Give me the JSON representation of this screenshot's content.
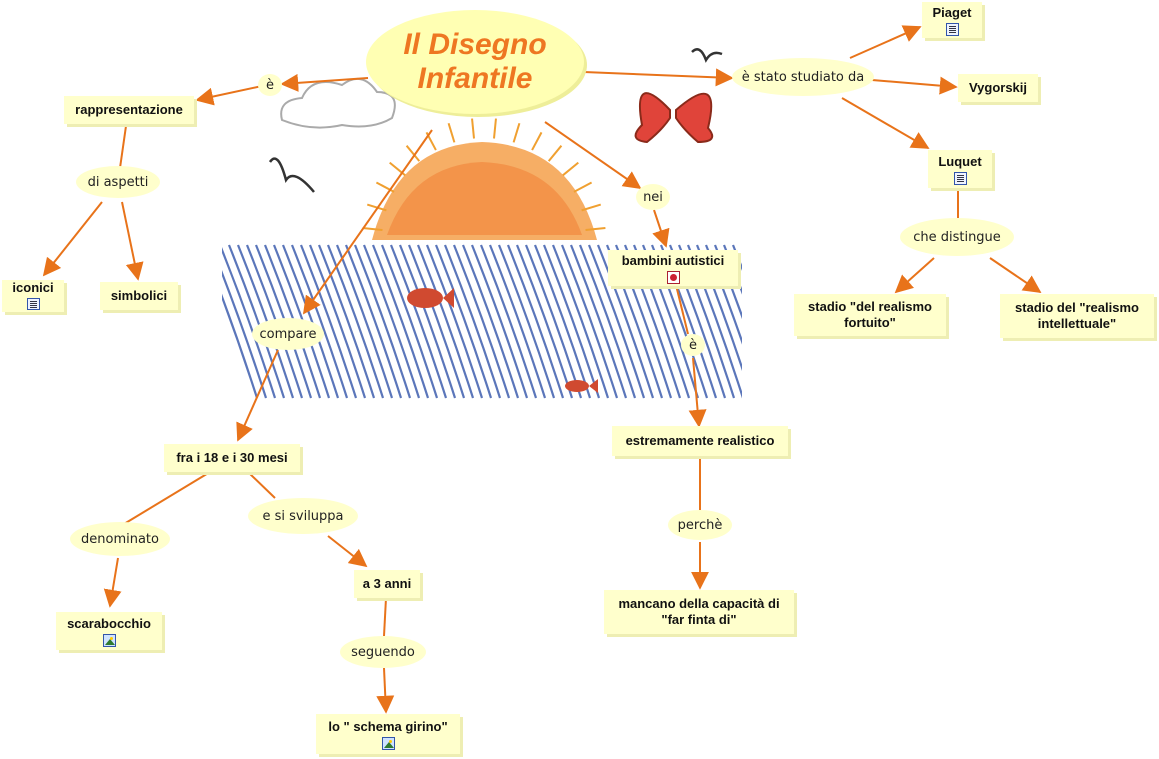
{
  "root": {
    "line1": "Il Disegno",
    "line2": "Infantile"
  },
  "concepts": {
    "rappresentazione": "rappresentazione",
    "iconici": "iconici",
    "simbolici": "simbolici",
    "bambini_autistici": "bambini autistici",
    "estremamente_realistico": "estremamente realistico",
    "mancano_line1": "mancano della capacità di",
    "mancano_line2": "\"far finta di\"",
    "fra_mesi": "fra i 18 e i 30 mesi",
    "scarabocchio": "scarabocchio",
    "a_3_anni": "a 3 anni",
    "schema_girino": "lo \" schema girino\"",
    "piaget": "Piaget",
    "vygorskij": "Vygorskij",
    "luquet": "Luquet",
    "stadio_fortuito_line1": "stadio \"del realismo",
    "stadio_fortuito_line2": "fortuito\"",
    "stadio_intellettuale_line1": "stadio del \"realismo",
    "stadio_intellettuale_line2": "intellettuale\""
  },
  "phrases": {
    "e_top": "è",
    "di_aspetti": "di aspetti",
    "compare": "compare",
    "nei": "nei",
    "e_mid": "è",
    "perche": "perchè",
    "denominato": "denominato",
    "e_si_sviluppa": "e si sviluppa",
    "seguendo": "seguendo",
    "e_stato_studiato_da": "è stato studiato da",
    "che_distingue": "che distingue"
  },
  "resource_icons": {
    "iconici": "document-icon",
    "piaget": "document-icon",
    "luquet": "document-icon",
    "bambini_autistici": "web-link-icon",
    "scarabocchio": "image-icon",
    "schema_girino": "image-icon"
  },
  "colors": {
    "concept_fill": "#ffffcc",
    "root_fill": "#ffffb3",
    "root_text": "#ee7722",
    "link": "#e8731a"
  }
}
